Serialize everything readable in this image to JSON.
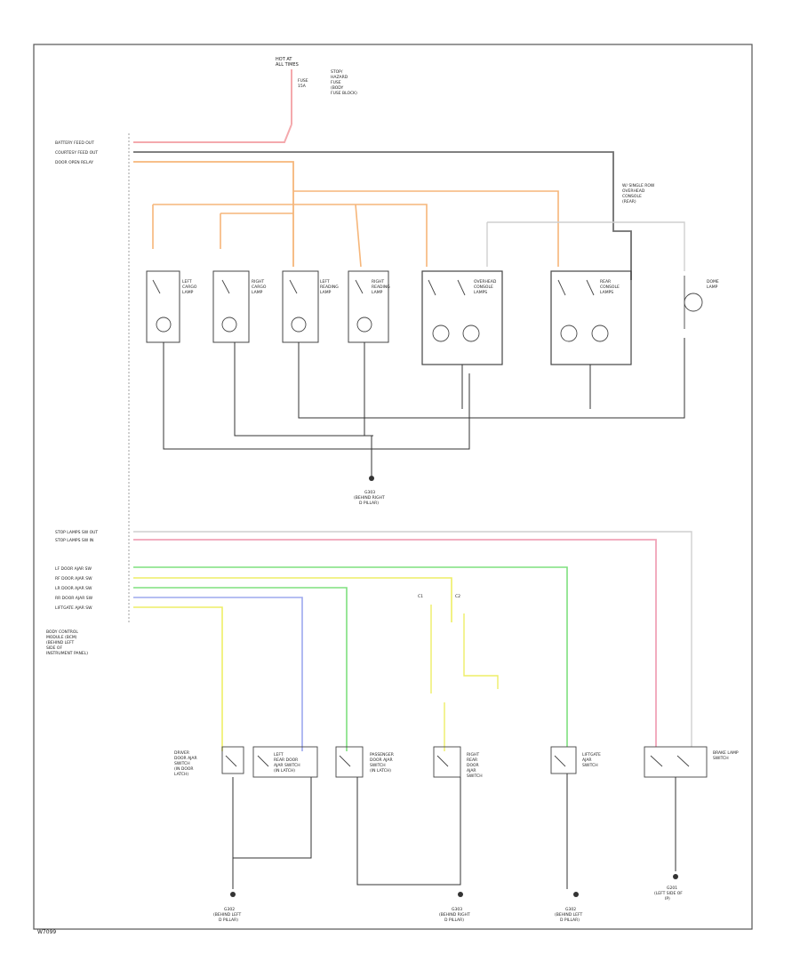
{
  "colors": {
    "red": "#f4a9ad",
    "orange": "#f6b67a",
    "gray": "#6e6e6e",
    "yellow": "#eeee66",
    "green": "#7ee07e",
    "blue": "#9da8ee",
    "pink": "#f0a3b8",
    "light_gray": "#cfcfcf",
    "dark": "#333333"
  },
  "top_fuse": {
    "title_lines": [
      "HOT AT",
      "ALL TIMES"
    ],
    "side_lines": [
      "STOP/",
      "HAZARD",
      "FUSE",
      "(BODY",
      "FUSE BLOCK)"
    ],
    "fuse_lines": [
      "FUSE",
      "15A"
    ]
  },
  "bcm_upper_pins": [
    "BATTERY FEED OUT",
    "COURTESY FEED OUT",
    "DOOR OPEN RELAY"
  ],
  "bcm_lower_pins": [
    "STOP LAMPS SW OUT",
    "STOP LAMPS SW IN",
    "LF DOOR AJAR SW",
    "RF DOOR AJAR SW",
    "LR DOOR AJAR SW",
    "RR DOOR AJAR SW",
    "LIFTGATE AJAR SW"
  ],
  "bcm_label_lines": [
    "BODY CONTROL",
    "MODULE (BCM)",
    "(BEHIND LEFT",
    "SIDE OF",
    "INSTRUMENT PANEL)"
  ],
  "upper_lamps": [
    {
      "lines": [
        "LEFT",
        "CARGO",
        "LAMP"
      ]
    },
    {
      "lines": [
        "RIGHT",
        "CARGO",
        "LAMP"
      ]
    },
    {
      "lines": [
        "LEFT",
        "READING",
        "LAMP"
      ]
    },
    {
      "lines": [
        "RIGHT",
        "READING",
        "LAMP"
      ]
    },
    {
      "lines": [
        "OVERHEAD",
        "CONSOLE",
        "LAMPS"
      ]
    },
    {
      "lines": [
        "REAR",
        "CONSOLE",
        "LAMPS"
      ]
    },
    {
      "lines": [
        "DOME",
        "LAMP"
      ]
    }
  ],
  "upper_note_lines": [
    "W/ SINGLE ROW",
    "OVERHEAD",
    "CONSOLE",
    "(REAR)"
  ],
  "upper_ground": [
    "G303",
    "(BEHIND RIGHT",
    "D PILLAR)"
  ],
  "lower_switches": [
    {
      "lines": [
        "DRIVER",
        "DOOR AJAR",
        "SWITCH",
        "(IN DOOR",
        "LATCH)"
      ]
    },
    {
      "lines": [
        "LEFT",
        "REAR DOOR",
        "AJAR SWITCH",
        "(IN LATCH)"
      ]
    },
    {
      "lines": [
        "PASSENGER",
        "DOOR AJAR",
        "SWITCH",
        "(IN LATCH)"
      ]
    },
    {
      "lines": [
        "RIGHT",
        "REAR",
        "DOOR",
        "AJAR",
        "SWITCH"
      ]
    },
    {
      "lines": [
        "LIFTGATE",
        "AJAR",
        "SWITCH"
      ]
    },
    {
      "lines": [
        "BRAKE LAMP",
        "SWITCH"
      ]
    }
  ],
  "lower_grounds": [
    [
      "G302",
      "(BEHIND LEFT",
      "D PILLAR)"
    ],
    [
      "G303",
      "(BEHIND RIGHT",
      "D PILLAR)"
    ],
    [
      "G302",
      "(BEHIND LEFT",
      "D PILLAR)"
    ],
    [
      "G201",
      "(LEFT SIDE OF",
      "IP)"
    ]
  ],
  "splice_label_lines": [
    "C1",
    "C2"
  ],
  "footer_code": "W7099"
}
